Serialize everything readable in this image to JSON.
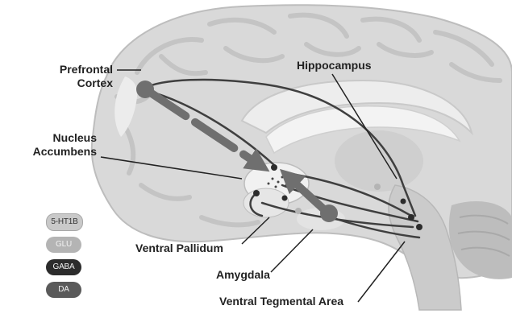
{
  "labels": {
    "prefrontal_line1": "Prefrontal",
    "prefrontal_line2": "Cortex",
    "hippocampus": "Hippocampus",
    "nucleus_line1": "Nucleus",
    "nucleus_line2": "Accumbens",
    "ventral_pallidum": "Ventral Pallidum",
    "amygdala": "Amygdala",
    "vta": "Ventral Tegmental Area"
  },
  "legend": [
    {
      "label": "5-HT1B",
      "color": "#c9c9c9",
      "text_color": "#333333"
    },
    {
      "label": "GLU",
      "color": "#b4b4b4",
      "text_color": "#f2f2f2"
    },
    {
      "label": "GABA",
      "color": "#2c2c2c",
      "text_color": "#f2f2f2"
    },
    {
      "label": "DA",
      "color": "#5a5a5a",
      "text_color": "#f2f2f2"
    }
  ],
  "colors": {
    "arrow": "#6f6f6f",
    "pathway": "#3f3f3f",
    "brain_fill": "#dcdcdc",
    "brain_dark": "#c3c3c3"
  }
}
